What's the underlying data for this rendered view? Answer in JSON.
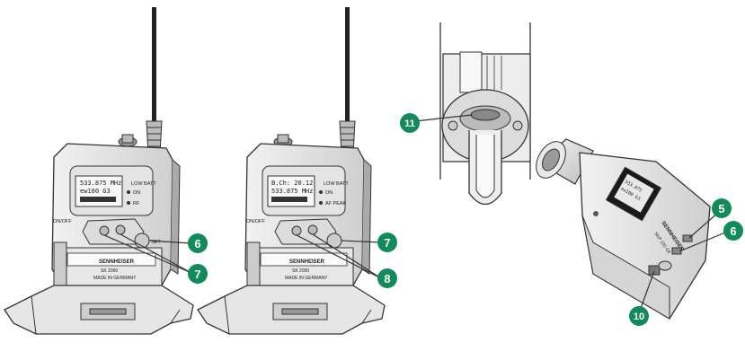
{
  "accent": "#138a5a",
  "transmitter_1": {
    "lcd_line1": "533.875 MHz",
    "lcd_line2": "ew100 G3",
    "low_batt": "LOW BATT",
    "on_label": "ON",
    "rf_label": "RF",
    "onoff": "ON/OFF",
    "set": "SET",
    "brand": "SENNHEISER",
    "model": "SK 2000",
    "made_in": "MADE IN GERMANY"
  },
  "transmitter_2": {
    "lcd_line1": "B.Ch: 20.12",
    "lcd_line2": "533.875 MHz",
    "low_batt": "LOW BATT",
    "on_label": "ON",
    "af_peak": "AF PEAK",
    "onoff": "ON/OFF",
    "brand": "SENNHEISER",
    "model": "SK 2000",
    "made_in": "MADE IN GERMANY"
  },
  "plugon": {
    "brand": "SENNHEISER",
    "model": "SKP 100 G3",
    "lcd_line1": "533.875",
    "lcd_line2": "ew100 G3"
  },
  "callouts": {
    "c6a": "6",
    "c7a": "7",
    "c7b": "7",
    "c8": "8",
    "c11": "11",
    "c5": "5",
    "c6b": "6",
    "c10": "10"
  }
}
